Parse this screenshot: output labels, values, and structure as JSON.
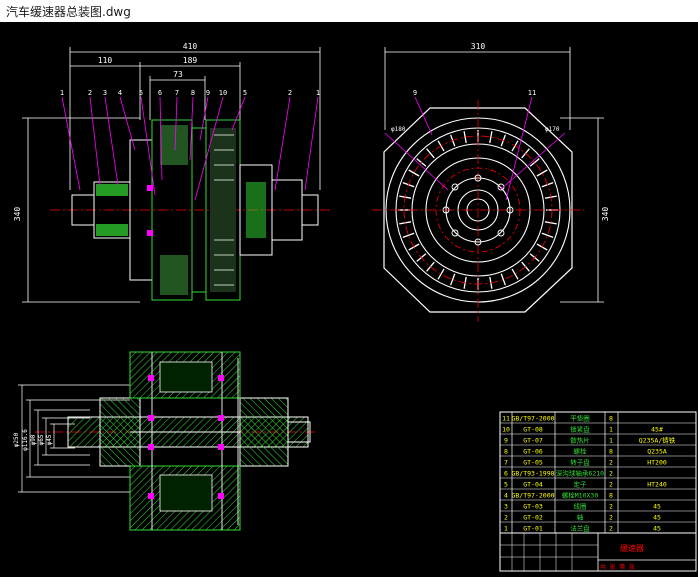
{
  "window": {
    "title": "汽车缓速器总装图.dwg"
  },
  "colors": {
    "background": "#000000",
    "white": "#ffffff",
    "magenta": "#ff00ff",
    "red": "#ff0000",
    "green": "#33dd33",
    "yellow": "#ffff00"
  },
  "front_view": {
    "dims": {
      "overall": "410",
      "left": "110",
      "mid": "189",
      "inner": "73",
      "height": "340"
    },
    "balloons": [
      "1",
      "2",
      "3",
      "4",
      "5",
      "6",
      "7",
      "8",
      "9",
      "10",
      "5",
      "2",
      "1"
    ]
  },
  "side_view": {
    "dims": {
      "width": "310",
      "height": "340",
      "dia_outer": "φ180",
      "dia_inner": "φ170"
    },
    "balloons": [
      "9",
      "11"
    ]
  },
  "section_view": {
    "dims": [
      "φ250",
      "φ116.6",
      "φ90",
      "φ65",
      "φ45"
    ]
  },
  "bom": {
    "rows": [
      {
        "no": "11",
        "code": "GB/T97-2000",
        "name": "平垫圈",
        "qty": "8",
        "material": ""
      },
      {
        "no": "10",
        "code": "GT-08",
        "name": "锁紧盘",
        "qty": "1",
        "material": "45#"
      },
      {
        "no": "9",
        "code": "GT-07",
        "name": "散热片",
        "qty": "1",
        "material": "Q235A/铸铁"
      },
      {
        "no": "8",
        "code": "GT-06",
        "name": "螺栓",
        "qty": "8",
        "material": "Q235A"
      },
      {
        "no": "7",
        "code": "GT-05",
        "name": "转子盘",
        "qty": "2",
        "material": "HT200"
      },
      {
        "no": "6",
        "code": "GB/T93-1998",
        "name": "深沟球轴承6210",
        "qty": "2",
        "material": ""
      },
      {
        "no": "5",
        "code": "GT-04",
        "name": "定子",
        "qty": "2",
        "material": "HT240"
      },
      {
        "no": "4",
        "code": "GB/T97-2000",
        "name": "螺栓M10X30",
        "qty": "8",
        "material": ""
      },
      {
        "no": "3",
        "code": "GT-03",
        "name": "线圈",
        "qty": "2",
        "material": "45"
      },
      {
        "no": "2",
        "code": "GT-02",
        "name": "轴",
        "qty": "2",
        "material": "45"
      },
      {
        "no": "1",
        "code": "GT-01",
        "name": "法兰盘",
        "qty": "2",
        "material": "45"
      }
    ],
    "title_label": "缓速器",
    "sheet": "共 张 第 张"
  }
}
